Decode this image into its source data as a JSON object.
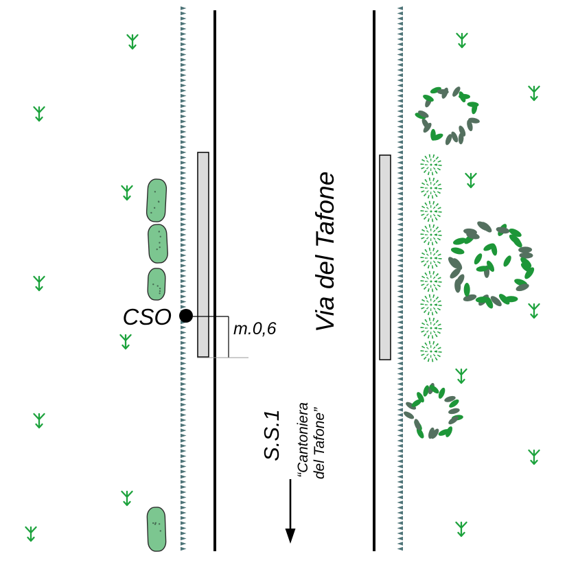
{
  "diagram": {
    "labels": {
      "cso": "CSO",
      "measurement": "m.0,6",
      "road_name": "Via del Tafone",
      "route": "S.S.1",
      "route_sub_line1": "“Cantoniera",
      "route_sub_line2": "del Tafone”"
    },
    "colors": {
      "line": "#000000",
      "hatch": "#4e7478",
      "grass": "#1ca23c",
      "stone_fill": "#7cc690",
      "stone_stroke": "#2b2b2b",
      "stone_speckle": "#456b52",
      "shrub": "#2aa546",
      "leaf_dark": "#54705f",
      "leaf_green": "#1d9638",
      "guardrail_fill": "#dcdcdc",
      "dimension_gray": "#9a9a9a"
    }
  }
}
